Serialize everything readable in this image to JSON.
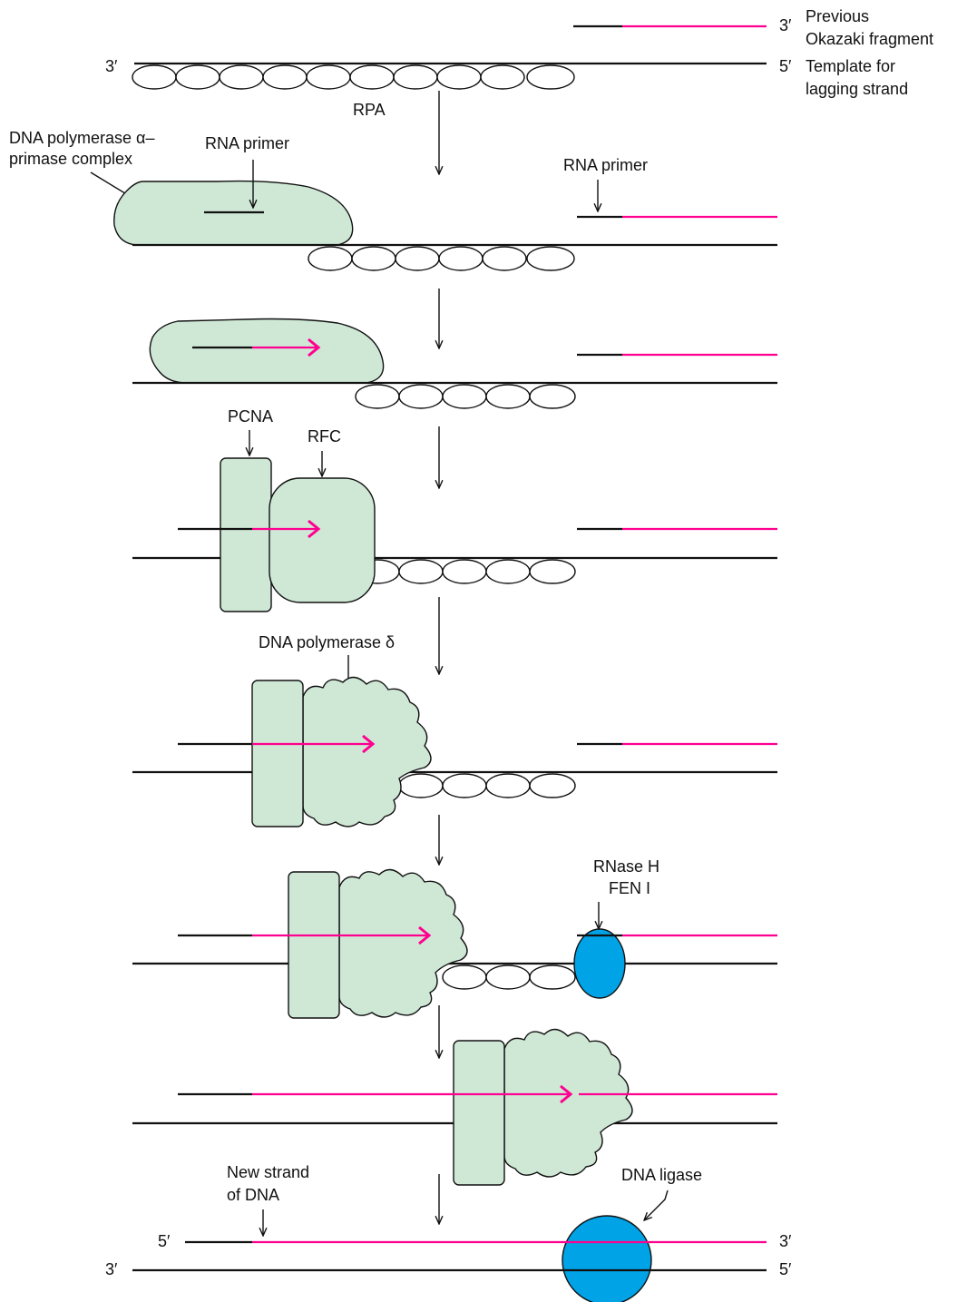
{
  "labels": {
    "top_3prime": "3′",
    "prev_frag_3prime": "3′",
    "prev_frag_line1": "Previous",
    "prev_frag_line2": "Okazaki fragment",
    "template_5prime": "5′",
    "template_line1": "Template for",
    "template_line2": "lagging strand",
    "rpa": "RPA",
    "pol_alpha_line1": "DNA polymerase α–",
    "pol_alpha_line2": "primase complex",
    "rna_primer_left": "RNA primer",
    "rna_primer_right": "RNA primer",
    "pcna": "PCNA",
    "rfc": "RFC",
    "pol_delta": "DNA polymerase δ",
    "rnase_h": "RNase H",
    "fen1": "FEN I",
    "new_strand_line1": "New strand",
    "new_strand_line2": "of DNA",
    "dna_ligase": "DNA ligase",
    "bottom_5prime_left": "5′",
    "bottom_3prime_right": "3′",
    "bottom_3prime_left": "3′",
    "bottom_5prime_right": "5′"
  },
  "colors": {
    "dna_strand": "#111111",
    "new_dna": "#ff0090",
    "protein_fill": "#cfe8d6",
    "enzyme_fill": "#00a3e6",
    "rpa_fill": "#ffffff"
  }
}
